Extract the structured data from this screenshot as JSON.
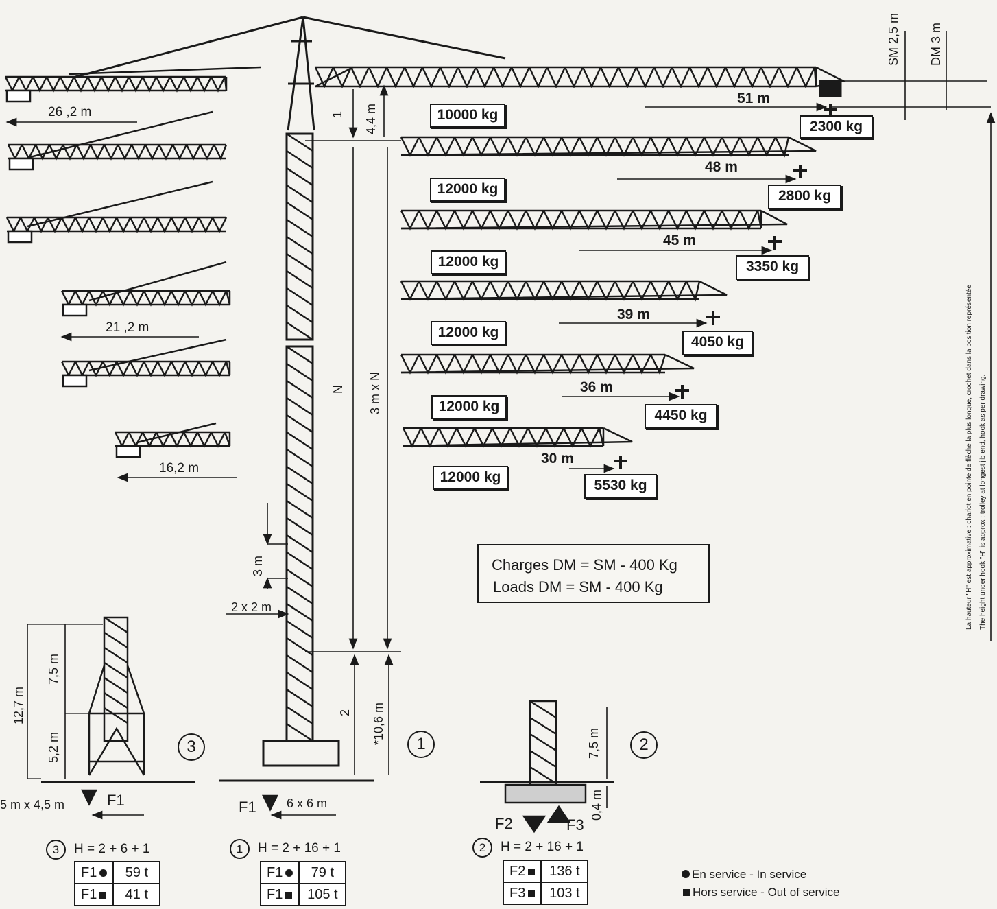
{
  "jib_configs": [
    {
      "length": "51 m",
      "tip_load": "2300 kg",
      "max_load": "10000 kg"
    },
    {
      "length": "48 m",
      "tip_load": "2800 kg",
      "max_load": "12000 kg"
    },
    {
      "length": "45 m",
      "tip_load": "3350 kg",
      "max_load": "12000 kg"
    },
    {
      "length": "39 m",
      "tip_load": "4050 kg",
      "max_load": "12000 kg"
    },
    {
      "length": "36 m",
      "tip_load": "4450 kg",
      "max_load": "12000 kg"
    },
    {
      "length": "30 m",
      "tip_load": "5530 kg",
      "max_load": "12000 kg"
    }
  ],
  "counter_jibs": [
    "26 ,2 m",
    "21 ,2 m",
    "16,2 m"
  ],
  "mast_dims": {
    "top_section": "1",
    "top_height": "4,4 m",
    "section_n": "N",
    "section_height": "3 m x N",
    "element": "3 m",
    "mast_section": "2 x 2 m",
    "base_section": "2",
    "base_height": "*10,6 m",
    "base_size": "6 x 6 m"
  },
  "top_dims": {
    "sm": "SM 2,5 m",
    "dm": "DM 3 m"
  },
  "notes": {
    "line1": "Charges DM = SM  - 400 Kg",
    "line2": "Loads DM = SM  -  400 Kg",
    "side_fr": "La hauteur \"H\" est approximative : chariot en pointe de flèche la plus longue, crochet dans la position représentée",
    "side_en": "The height under hook \"H\" is approx : trolley at longest jib end, hook as per drawing."
  },
  "config3": {
    "number": "3",
    "h_total": "12,7 m",
    "h_upper": "7,5 m",
    "h_lower": "5,2 m",
    "base": "5 m x 4,5 m",
    "force": "F1",
    "formula": "H = 2 + 6 + 1",
    "rows": [
      {
        "label": "F1",
        "mark": "dot",
        "value": "59 t"
      },
      {
        "label": "F1",
        "mark": "square",
        "value": "41 t"
      }
    ]
  },
  "config1": {
    "number": "1",
    "force": "F1",
    "formula": "H = 2 + 16 + 1",
    "rows": [
      {
        "label": "F1",
        "mark": "dot",
        "value": "79 t"
      },
      {
        "label": "F1",
        "mark": "square",
        "value": "105 t"
      }
    ]
  },
  "config2": {
    "number": "2",
    "h_upper": "7,5 m",
    "depth": "0,4 m",
    "force_down": "F2",
    "force_up": "F3",
    "formula": "H = 2 + 16 + 1",
    "rows": [
      {
        "label": "F2",
        "mark": "square",
        "value": "136 t"
      },
      {
        "label": "F3",
        "mark": "square",
        "value": "103 t"
      }
    ]
  },
  "legend": {
    "in_service": "En service - In service",
    "out_of_service": "Hors service - Out of service"
  },
  "colors": {
    "ink": "#1a1a1a",
    "paper": "#f4f3ef"
  }
}
